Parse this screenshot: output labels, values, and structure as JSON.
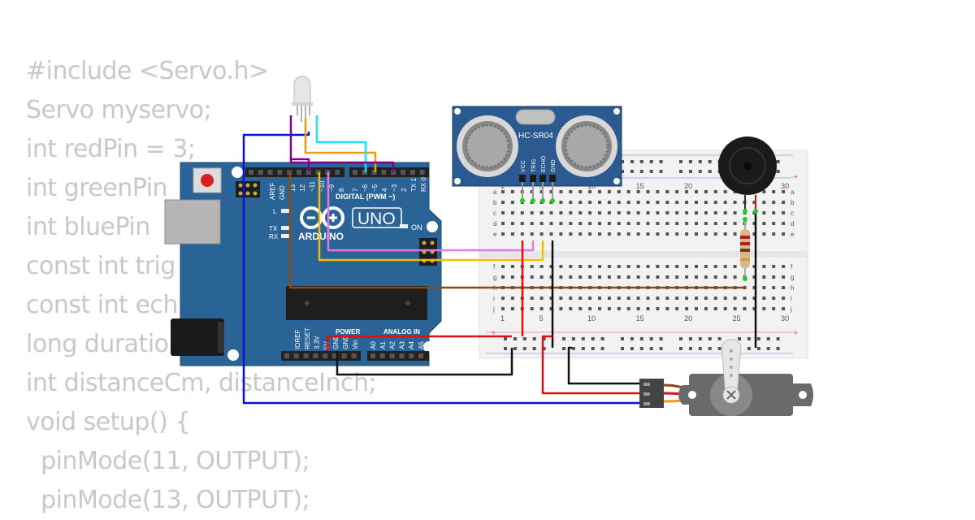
{
  "code_lines": [
    "#include <Servo.h>",
    "Servo myservo;",
    "int redPin = 3;",
    "int greenPin",
    "int bluePin",
    "const int trig",
    "const int ech",
    "long duratio",
    "int distanceCm, distanceInch;",
    "void setup() {",
    "  pinMode(11, OUTPUT);",
    "  pinMode(13, OUTPUT);"
  ],
  "arduino": {
    "logo_text": "ARDUINO",
    "model": "UNO",
    "digital_label": "DIGITAL (PWM ~)",
    "power_label": "POWER",
    "analog_label": "ANALOG IN",
    "on_label": "ON",
    "l_label": "L",
    "tx_label": "TX",
    "rx_label": "RX",
    "aref_label": "AREF",
    "gnd_label": "GND",
    "digital_pins": [
      "13",
      "12",
      "~11",
      "~10",
      "~9",
      "8",
      "7",
      "~6",
      "~5",
      "4",
      "~3",
      "2",
      "TX 1",
      "RX 0"
    ],
    "power_pins": [
      "IOREF",
      "RESET",
      "3.3V",
      "5V",
      "GND",
      "GND",
      "Vin"
    ],
    "analog_pins": [
      "A0",
      "A1",
      "A2",
      "A3",
      "A4",
      "A5"
    ]
  },
  "sensor": {
    "label": "HC-SR04",
    "pins": [
      "VCC",
      "TRIG",
      "ECHO",
      "GND"
    ]
  },
  "breadboard": {
    "column_numbers": [
      "1",
      "5",
      "10",
      "15",
      "20",
      "25",
      "30"
    ],
    "rows_top": [
      "a",
      "b",
      "c",
      "d",
      "e"
    ],
    "rows_bottom": [
      "f",
      "g",
      "h",
      "i",
      "j"
    ],
    "plus": "+",
    "minus": "-"
  },
  "colors": {
    "board": "#2a6396",
    "wire_blue": "#1010d0",
    "wire_red": "#e01010",
    "wire_black": "#111111",
    "wire_brown": "#8a4a16",
    "wire_yellow": "#f0c000",
    "wire_violet": "#e07ae0",
    "wire_cyan": "#22e0f0",
    "wire_orange": "#f09a10",
    "wire_purple": "#800090"
  }
}
